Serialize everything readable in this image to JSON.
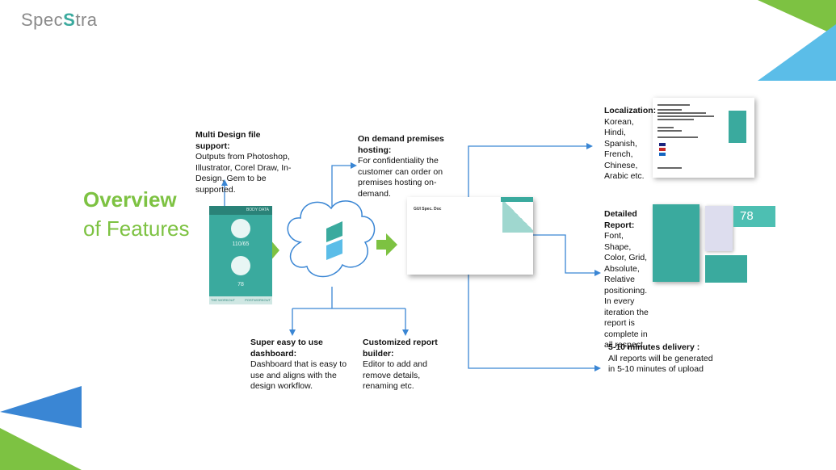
{
  "logo": {
    "text_a": "Spec",
    "text_s": "S",
    "text_b": "tra"
  },
  "title": {
    "line1": "Overview",
    "line2": "of Features"
  },
  "features": {
    "multi_design": {
      "heading": "Multi Design file support:",
      "body": "Outputs from Photoshop, Illustrator, Corel Draw, In-Design, Gem  to be supported."
    },
    "on_demand": {
      "heading": "On demand premises hosting:",
      "body": "For confidentiality the customer can order on premises hosting on-demand."
    },
    "dashboard": {
      "heading": "Super easy to use dashboard:",
      "body": "Dashboard that is easy to use and aligns with the design workflow."
    },
    "report_builder": {
      "heading": "Customized report builder:",
      "body": "Editor to add and remove details, renaming etc."
    },
    "localization": {
      "heading": "Localization:",
      "body": "Korean, Hindi, Spanish, French, Chinese, Arabic etc."
    },
    "detailed_report": {
      "heading": "Detailed Report:",
      "body": "Font, Shape, Color, Grid, Absolute, Relative positioning. In every iteration the report  is complete in all respect."
    },
    "delivery": {
      "heading": "5-10 minutes delivery  :",
      "body": "All reports will be generated in 5-10 minutes of upload"
    }
  },
  "phone": {
    "header": "BODY DATA",
    "reading": "110/65",
    "value": "78",
    "tab_left": "THE WORKOUT",
    "tab_right": "POSTWORKOUT"
  },
  "doc": {
    "title": "GUI Spec. Doc"
  },
  "detail_value": "78",
  "colors": {
    "teal": "#3aaa9e",
    "green": "#7dc242",
    "blue": "#3a86d4",
    "light_blue": "#5bbde8"
  }
}
